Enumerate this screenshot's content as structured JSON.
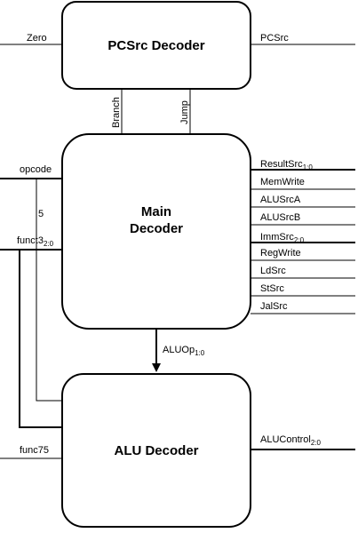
{
  "blocks": {
    "pcsrc_decoder": "PCSrc Decoder",
    "main_decoder_line1": "Main",
    "main_decoder_line2": "Decoder",
    "alu_decoder": "ALU Decoder"
  },
  "signals": {
    "zero": "Zero",
    "pcsrc": "PCSrc",
    "branch": "Branch",
    "jump": "Jump",
    "opcode": "opcode",
    "opcode_width": "5",
    "funct3": "funct3",
    "funct3_sub": "2:0",
    "func75": "func75",
    "aluop": "ALUOp",
    "aluop_sub": "1:0",
    "alucontrol": "ALUControl",
    "alucontrol_sub": "2:0",
    "outputs": {
      "result_src": "ResultSrc",
      "result_src_sub": "1:0",
      "mem_write": "MemWrite",
      "alu_src_a": "ALUSrcA",
      "alu_src_b": "ALUSrcB",
      "imm_src": "ImmSrc",
      "imm_src_sub": "2:0",
      "reg_write": "RegWrite",
      "ld_src": "LdSrc",
      "st_src": "StSrc",
      "jal_src": "JalSrc"
    }
  }
}
